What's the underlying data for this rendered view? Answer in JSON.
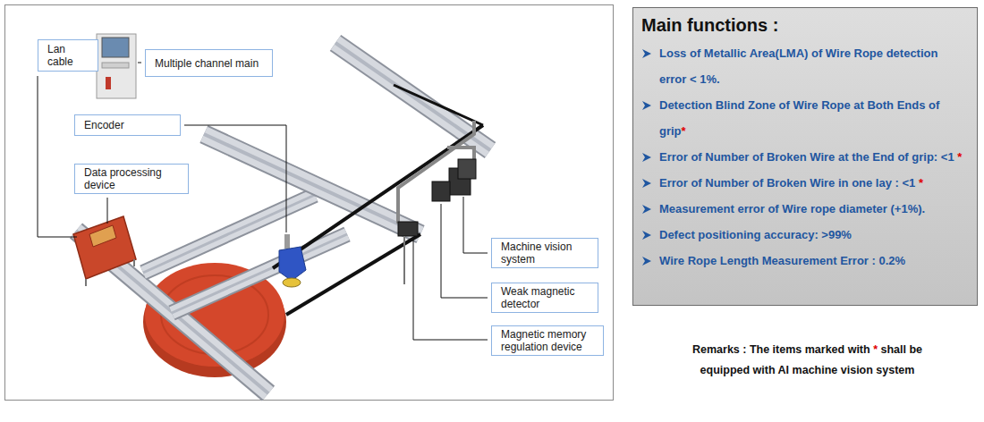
{
  "diagram": {
    "nodes": [
      {
        "text": [
          "Lan cable"
        ]
      },
      {
        "text": [
          "Multiple channel main"
        ]
      },
      {
        "text": [
          "Encoder"
        ]
      },
      {
        "text": [
          "Data processing device"
        ]
      },
      {
        "text": [
          "Machine vision system"
        ]
      },
      {
        "text": [
          "Weak magnetic detector"
        ]
      },
      {
        "text": [
          "Magnetic memory regulation device"
        ]
      },
      {
        "text": [
          "Main functions :",
          "Loss of Metallic Area(LMA) of Wire Rope detection error < 1%.",
          "Detection Blind Zone of Wire Rope at Both Ends of grip*",
          "Error of Number of Broken Wire at the End of grip: <1 *",
          "Error of Number of Broken Wire in one lay : <1 *",
          "Measurement error of Wire rope diameter (+1%).",
          "Defect positioning accuracy: >99%",
          "Wire Rope Length Measurement Error : 0.2%"
        ]
      }
    ],
    "labels": [
      "Remarks : The items marked with * shall be equipped with AI machine vision system"
    ]
  }
}
